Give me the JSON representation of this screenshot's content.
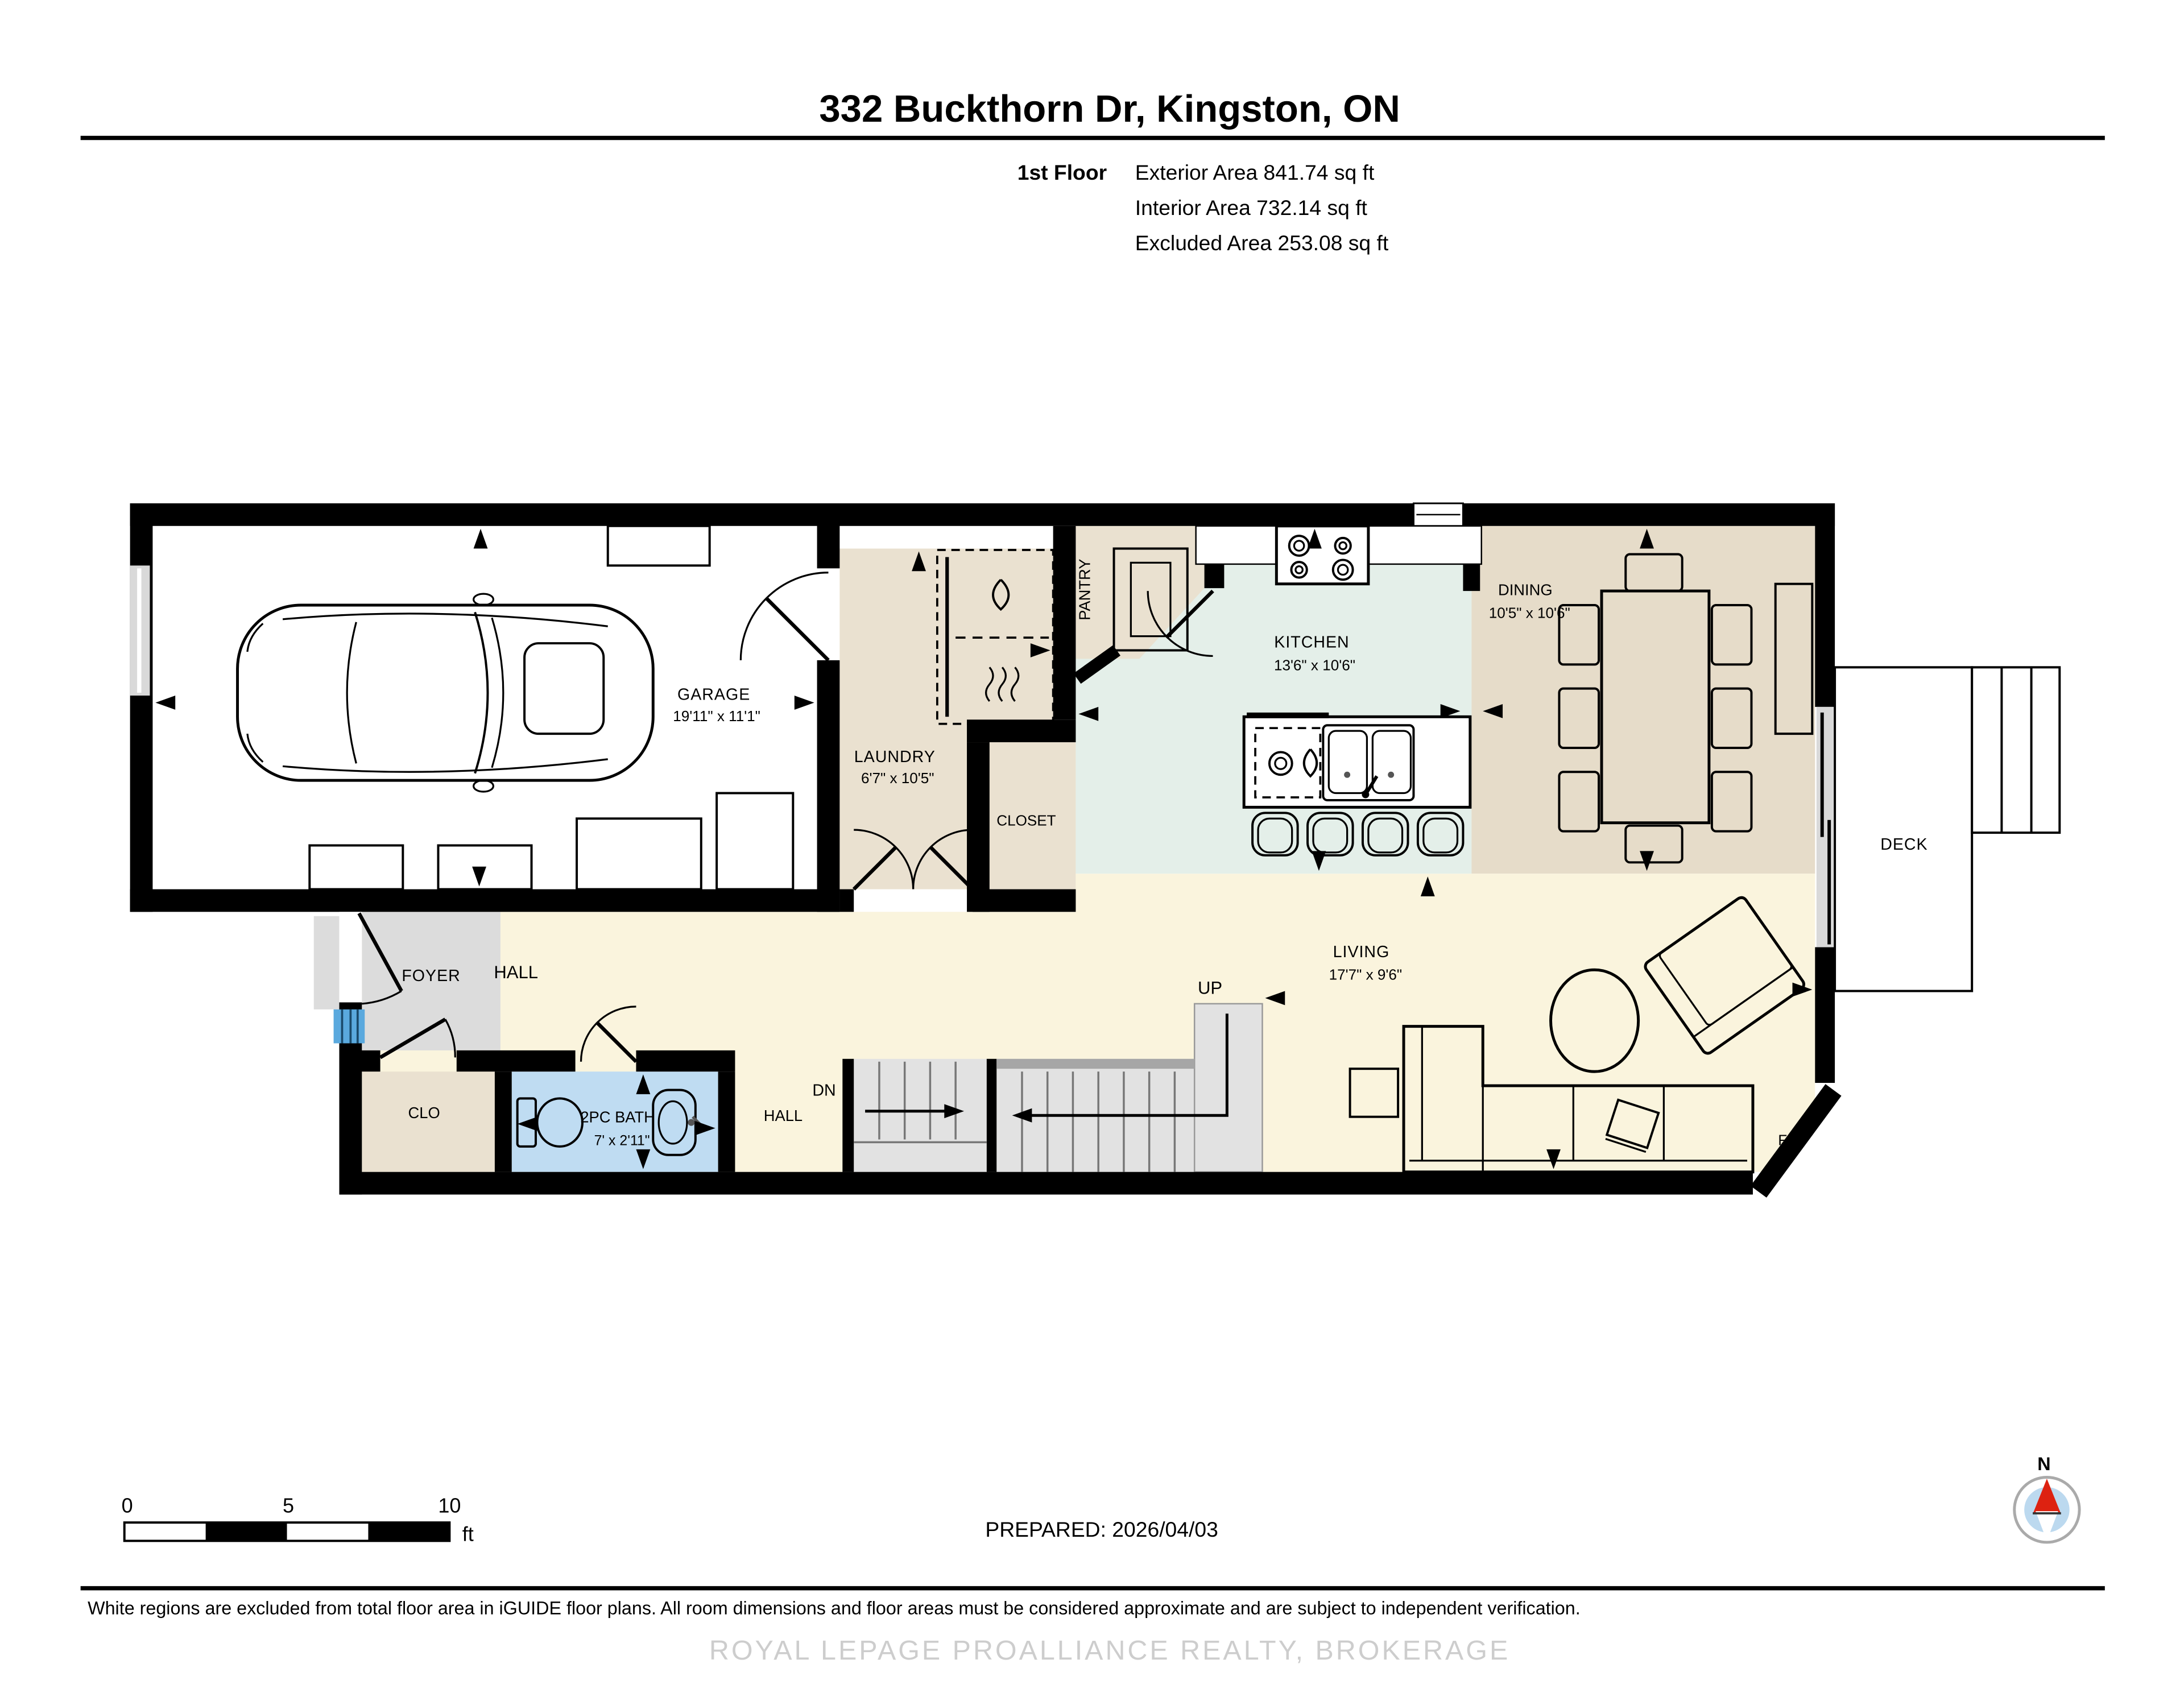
{
  "header": {
    "title": "332 Buckthorn Dr, Kingston, ON",
    "floor_label": "1st Floor",
    "stats": [
      "Exterior Area 841.74 sq ft",
      "Interior Area 732.14 sq ft",
      "Excluded Area 253.08 sq ft"
    ]
  },
  "plan": {
    "rooms": {
      "garage": {
        "label": "GARAGE",
        "dims": "19'11\" x 11'1\""
      },
      "laundry": {
        "label": "LAUNDRY",
        "dims": "6'7\" x 10'5\""
      },
      "pantry": {
        "label": "PANTRY"
      },
      "closet": {
        "label": "CLOSET"
      },
      "kitchen": {
        "label": "KITCHEN",
        "dims": "13'6\" x 10'6\""
      },
      "dining": {
        "label": "DINING",
        "dims": "10'5\" x 10'6\""
      },
      "deck": {
        "label": "DECK"
      },
      "foyer": {
        "label": "FOYER"
      },
      "clo": {
        "label": "CLO"
      },
      "bath": {
        "label": "2PC BATH",
        "dims": "7' x 2'11\""
      },
      "hall_upper": {
        "label": "HALL"
      },
      "hall_lower": {
        "label": "HALL"
      },
      "stairs_down": {
        "label": "DN"
      },
      "stairs_up": {
        "label": "UP"
      },
      "living": {
        "label": "LIVING",
        "dims": "17'7\" x 9'6\""
      },
      "fireplace": {
        "label": "F/P"
      }
    }
  },
  "footer": {
    "scale_bar": {
      "ticks": [
        "0",
        "5",
        "10"
      ],
      "unit": "ft"
    },
    "prepared": "PREPARED: 2026/04/03",
    "compass": {
      "label": "N"
    },
    "disclaimer": "White regions are excluded from total floor area in iGUIDE floor plans. All room dimensions and floor areas must be considered approximate and are subject to independent verification.",
    "watermark": "ROYAL LEPAGE PROALLIANCE REALTY, BROKERAGE"
  },
  "colors": {
    "wall": "#000000",
    "excluded": "#ffffff",
    "beige": "#eae1d0",
    "kitchen_green": "#e4efe9",
    "dining_tan": "#e6dcc9",
    "cream": "#faf4dd",
    "foyer_gray": "#dcdcdc",
    "stairs_gray": "#e2e2e2",
    "bath_blue": "#bfdcf2",
    "steps_blue": "#5aa9de",
    "window_gray": "#d9d9d9",
    "compass_red": "#dd2211",
    "compass_blue": "#bcd9ef",
    "watermark_gray": "#c9c9c9"
  }
}
